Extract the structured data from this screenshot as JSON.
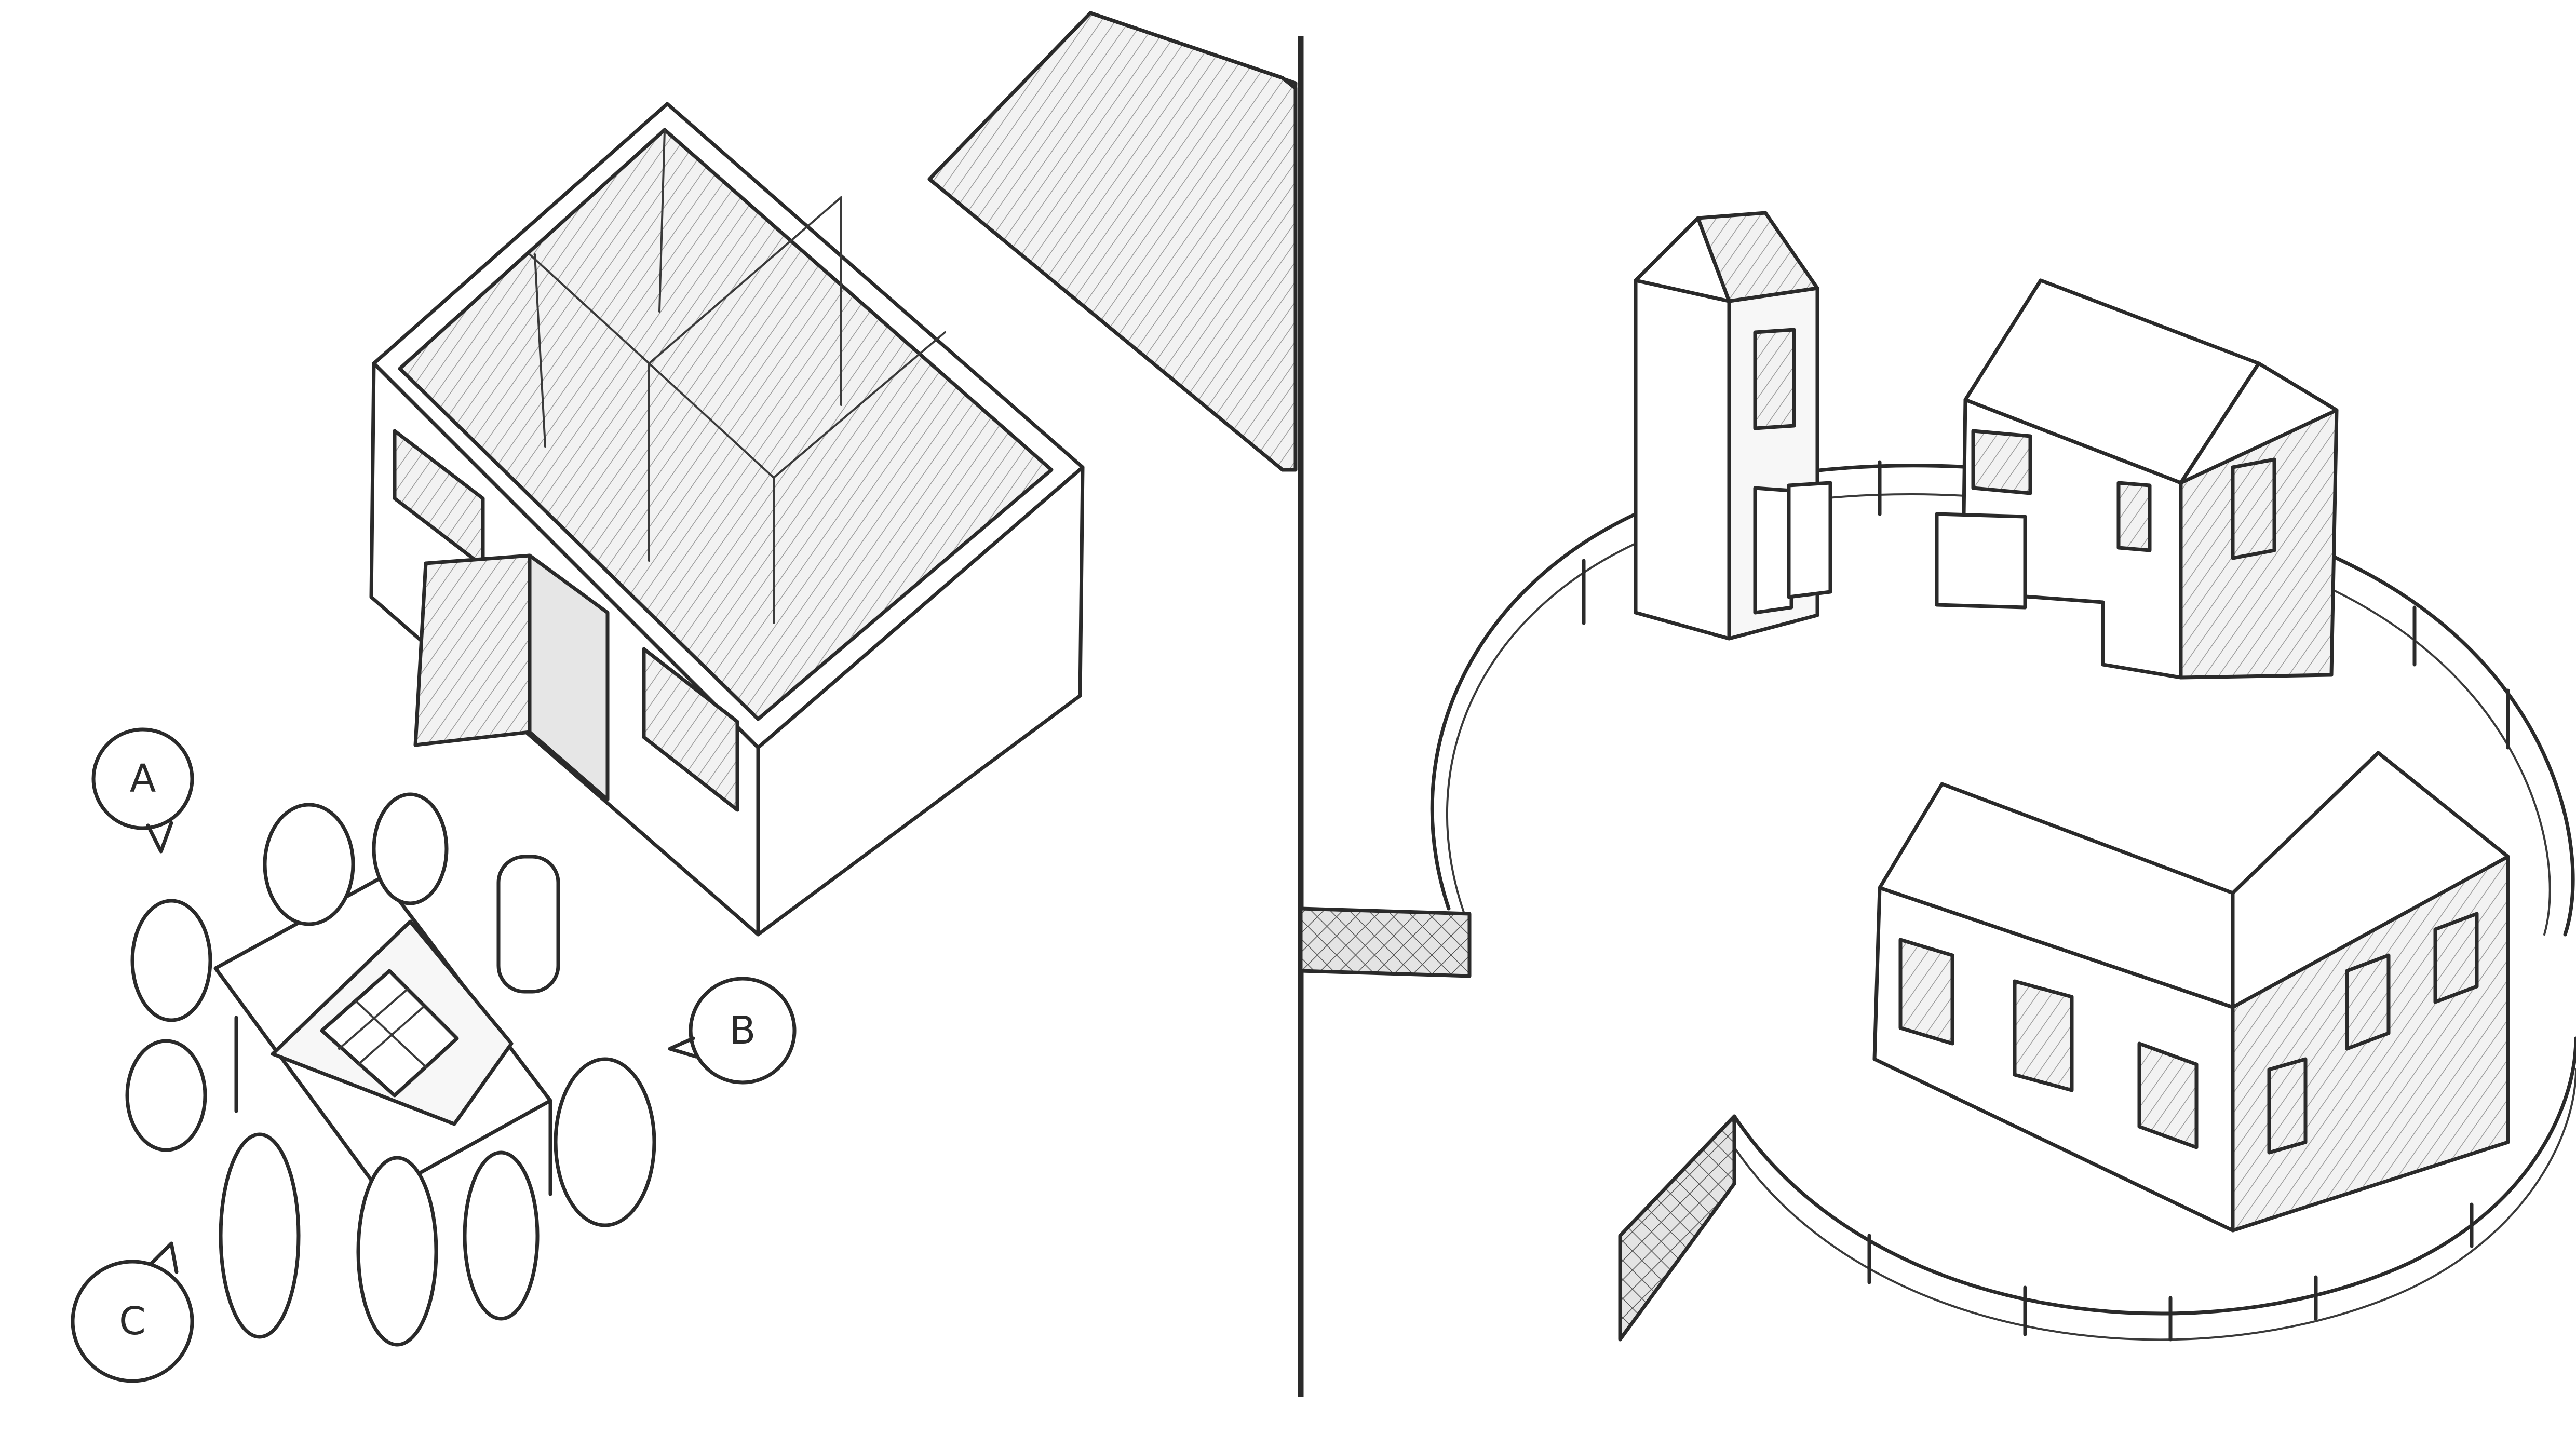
{
  "speech_bubbles": [
    {
      "label": "A"
    },
    {
      "label": "B"
    },
    {
      "label": "C"
    }
  ],
  "colors": {
    "ink": "#2a2a2a",
    "paper": "#ffffff",
    "shade": "#cfcfcf"
  }
}
